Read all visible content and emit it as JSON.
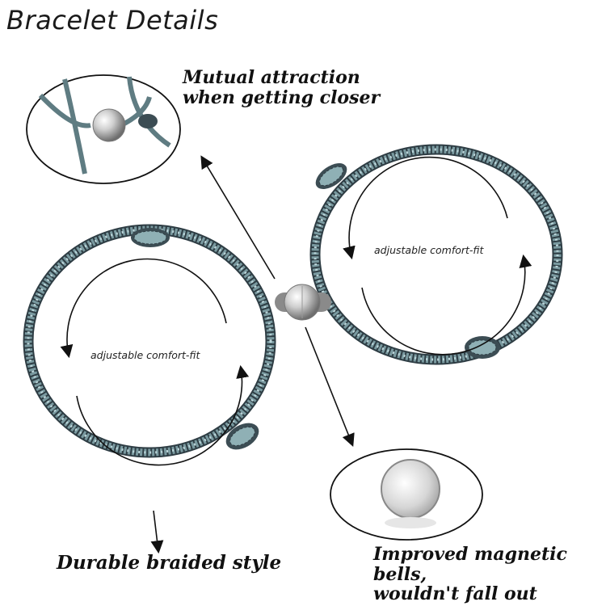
{
  "title": "Bracelet Details",
  "callouts": {
    "attraction_line1": "Mutual attraction",
    "attraction_line2": "when getting closer",
    "braided": "Durable braided style",
    "magnet_line1": "Improved magnetic bells,",
    "magnet_line2": "wouldn't fall out"
  },
  "fit_labels": {
    "left": "adjustable comfort-fit",
    "right": "adjustable comfort-fit"
  },
  "colors": {
    "cord_base": "#7a9aa0",
    "cord_dark": "#2e3d44",
    "cord_light": "#bcd6da",
    "metal": "#c8c8c8"
  }
}
